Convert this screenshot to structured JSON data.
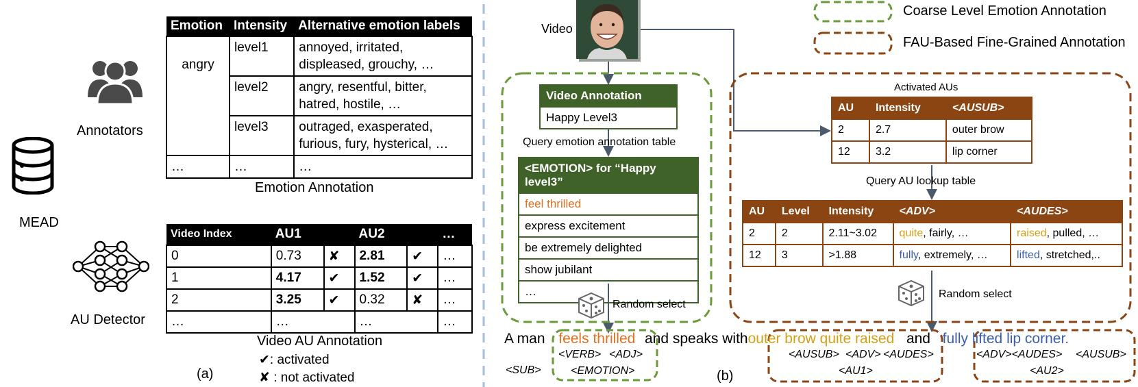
{
  "left": {
    "mead_label": "MEAD",
    "annotators_label": "Annotators",
    "au_detector_label": "AU Detector",
    "panel_label": "(a)",
    "emotion_table": {
      "caption": "Emotion Annotation",
      "headers": [
        "Emotion",
        "Intensity",
        "Alternative emotion labels"
      ],
      "emotion": "angry",
      "rows": [
        {
          "intensity": "level1",
          "labels_line1": "annoyed, irritated,",
          "labels_line2": "displeased, grouchy, …"
        },
        {
          "intensity": "level2",
          "labels_line1": "angry, resentful, bitter,",
          "labels_line2": "hatred, hostile, …"
        },
        {
          "intensity": "level3",
          "labels_line1": "outraged, exasperated,",
          "labels_line2": "furious, fury, hysterical, …"
        }
      ],
      "ellipsis": "…"
    },
    "au_table": {
      "caption": "Video AU Annotation",
      "headers": [
        "Video Index",
        "AU1",
        "AU2",
        "…"
      ],
      "rows": [
        [
          "0",
          "0.73",
          "✘",
          "2.81",
          "✔",
          "…"
        ],
        [
          "1",
          "4.17",
          "✔",
          "1.52",
          "✔",
          "…"
        ],
        [
          "2",
          "3.25",
          "✔",
          "0.32",
          "✘",
          "…"
        ],
        [
          "…",
          "…",
          "",
          "…",
          "",
          "…"
        ]
      ],
      "legend_activated": "✔: activated",
      "legend_not_activated": "✘ : not activated"
    }
  },
  "right": {
    "panel_label": "(b)",
    "video_label": "Video",
    "legend_coarse": "Coarse Level Emotion Annotation",
    "legend_fine": "FAU-Based Fine-Grained Annotation",
    "video_annotation_title": "Video Annotation",
    "video_annotation_value": "Happy Level3",
    "query_emotion": "Query emotion annotation table",
    "emotion_box_title": "<EMOTION> for “Happy level3”",
    "emotion_items": [
      "feel thrilled",
      "express excitement",
      "be extremely delighted",
      "show jubilant",
      "…"
    ],
    "random_select": "Random select",
    "activated_aus_title": "Activated AUs",
    "activated_headers": [
      "AU",
      "Intensity",
      "<AUSUB>"
    ],
    "activated_rows": [
      [
        "2",
        "2.7",
        "outer brow"
      ],
      [
        "12",
        "3.2",
        "lip corner"
      ]
    ],
    "query_au": "Query AU lookup table",
    "lookup_headers": [
      "AU",
      "Level",
      "Intensity",
      "<ADV>",
      "<AUDES>"
    ],
    "lookup_rows": [
      {
        "au": "2",
        "level": "2",
        "intensity": "2.11~3.02",
        "adv_hl": "quite",
        "adv_rest": ", fairly, …",
        "des_hl": "raised",
        "des_rest": ", pulled, …"
      },
      {
        "au": "12",
        "level": "3",
        "intensity": ">1.88",
        "adv_hl": "fully",
        "adv_rest": ", extremely, …",
        "des_hl": "lifted",
        "des_rest": ", stretched,.."
      }
    ],
    "sentence": {
      "a_man": "A man",
      "feels": "feels",
      "thrilled": "thrilled",
      "and_speaks_with": "and speaks with",
      "outer_brow": "outer brow",
      "quite": "quite",
      "raised": "raised",
      "and": "and",
      "fully": "fully",
      "lifted": "lifted",
      "lip_corner": "lip corner.",
      "tag_sub": "<SUB>",
      "tag_verb": "<VERB>",
      "tag_adj": "<ADJ>",
      "tag_emotion": "<EMOTION>",
      "tag_ausub": "<AUSUB>",
      "tag_adv": "<ADV>",
      "tag_audes": "<AUDES>",
      "tag_au1": "<AU1>",
      "tag_adv2": "<ADV><AUDES>",
      "tag_ausub2": "<AUSUB>",
      "tag_au2": "<AU2>"
    }
  }
}
